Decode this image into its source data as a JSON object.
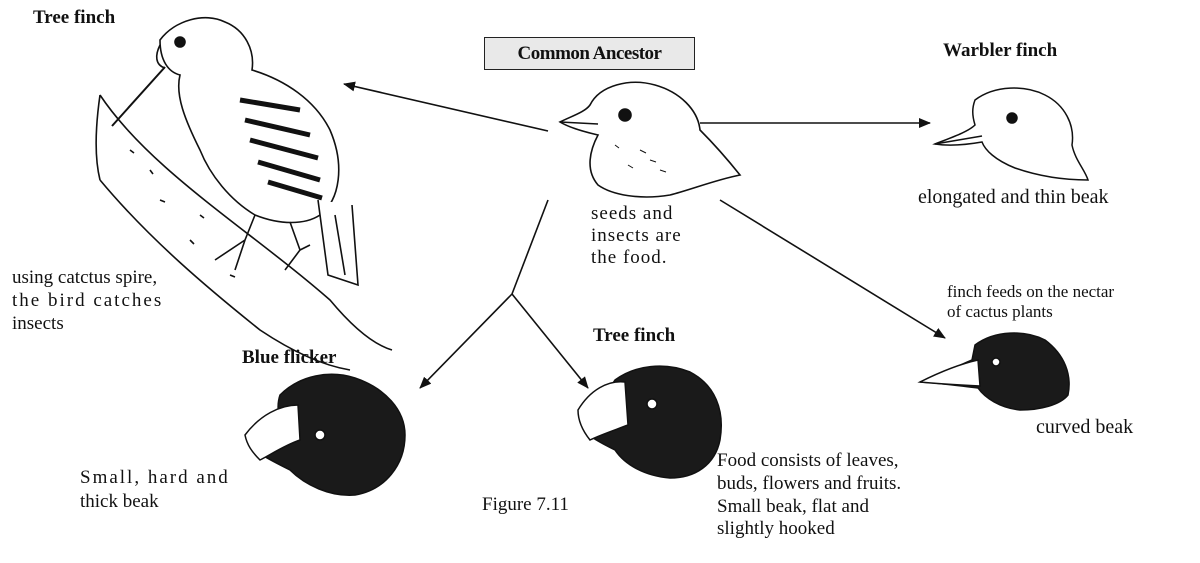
{
  "common_ancestor": {
    "label": "Common Ancestor",
    "caption_lines": [
      "seeds and",
      "insects are",
      "the food."
    ]
  },
  "tree_finch_top": {
    "label": "Tree finch",
    "caption_lines": [
      "using catctus spire,",
      "the bird catches",
      "insects"
    ]
  },
  "warbler_finch": {
    "label": "Warbler finch",
    "caption": "elongated and thin beak"
  },
  "nectar_finch": {
    "caption_lines": [
      "finch feeds on the nectar",
      "of cactus plants"
    ],
    "beak_caption": "curved beak"
  },
  "blue_flicker": {
    "label": "Blue flicker",
    "caption_lines": [
      "Small, hard and",
      "thick beak"
    ]
  },
  "tree_finch_bottom": {
    "label": "Tree finch",
    "caption_lines": [
      "Food consists of leaves,",
      "buds, flowers and fruits.",
      "Small beak, flat and",
      "slightly hooked"
    ]
  },
  "figure_caption": "Figure  7.11"
}
